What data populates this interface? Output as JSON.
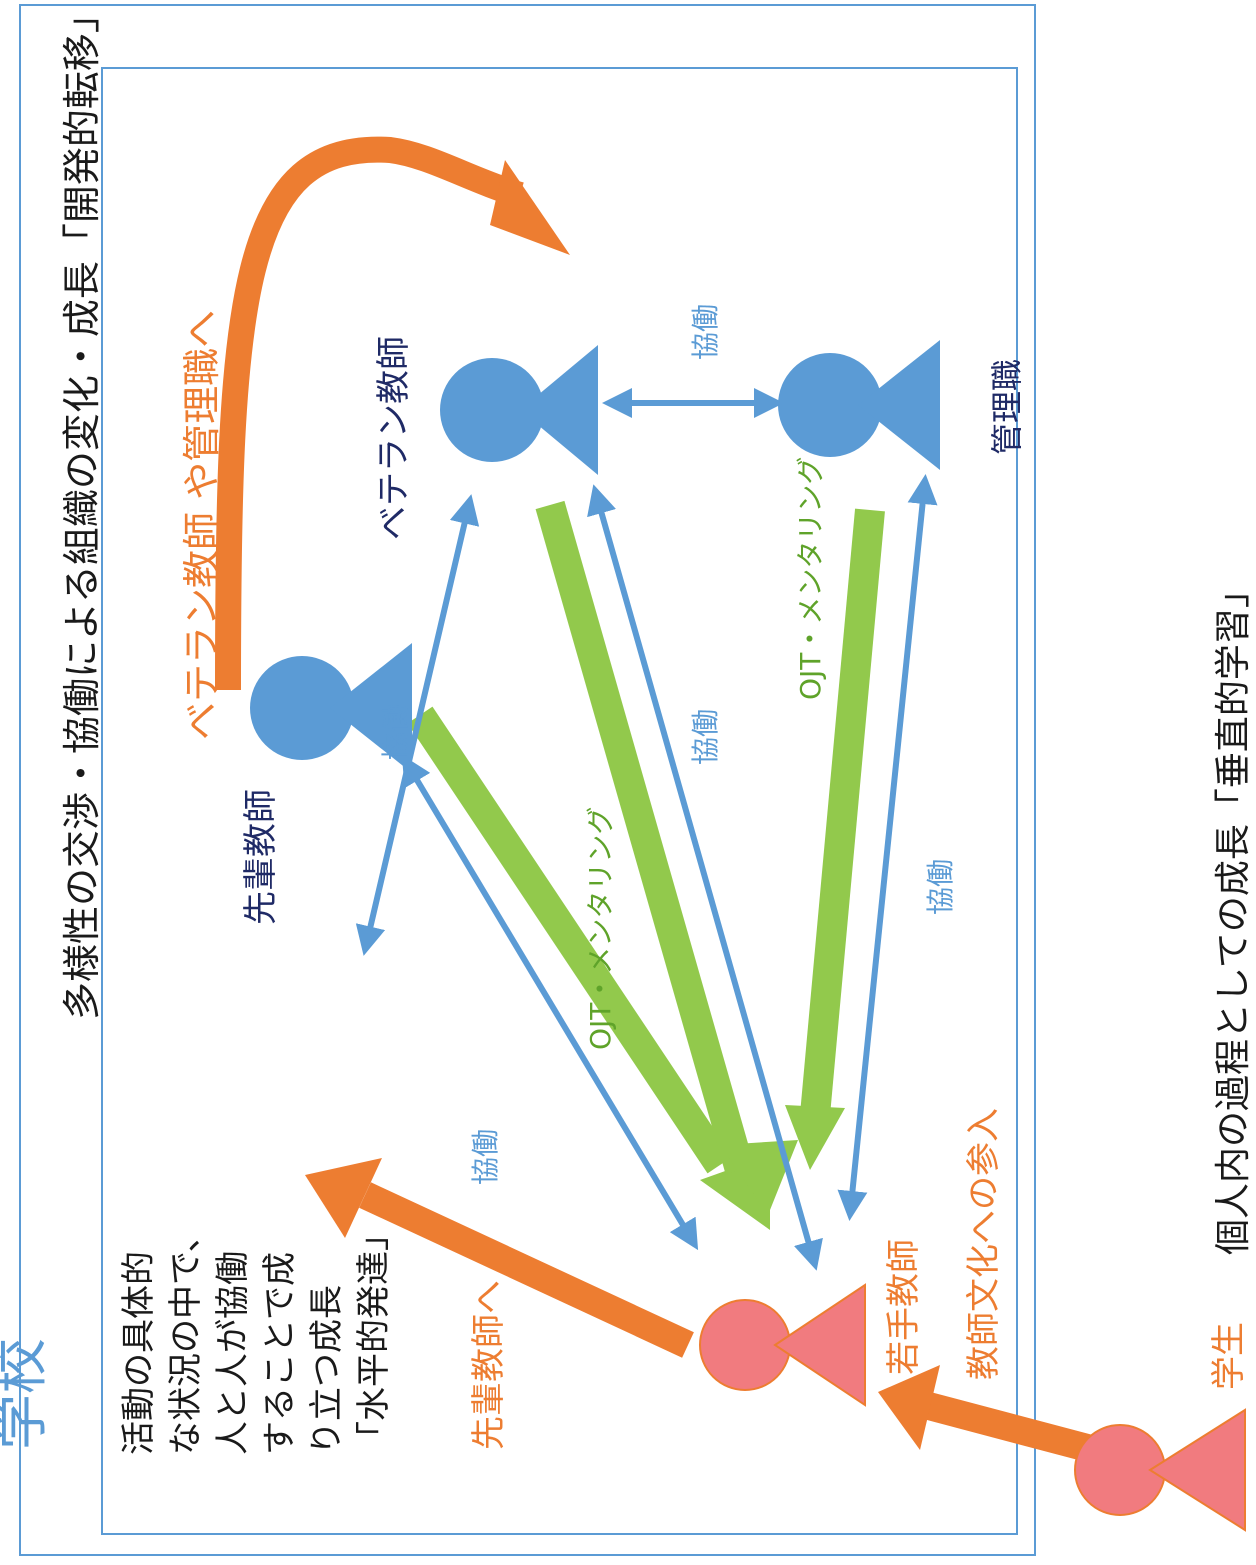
{
  "school_label": "学校",
  "top_caption": "多様性の交渉・協働による組織の変化・成長「開発的転移」",
  "bottom_caption": "個人内の過程としての成長「垂直的学習」",
  "horizontal_caption": [
    "活動の具体的",
    "な状況の中で、",
    "人と人が協働",
    "することで成",
    "り立つ成長",
    "「水平的発達」"
  ],
  "roles": {
    "veteran": "ベテラン教師",
    "manager": "管理職",
    "senior": "先輩教師",
    "young": "若手教師",
    "student": "学生"
  },
  "arrow_labels": {
    "to_veteran_or_manager": "ベテラン教師 や管理職へ",
    "to_senior": "先輩教師へ",
    "into_culture": "教師文化への参入",
    "collab": "協働",
    "ojt": "OJT・メンタリング"
  },
  "colors": {
    "blue": "#5b9bd5",
    "pink": "#f17b7f",
    "orange": "#ed7d31",
    "green": "#92c94c",
    "navy": "#1f2a66",
    "frame": "#5b9bd5"
  }
}
